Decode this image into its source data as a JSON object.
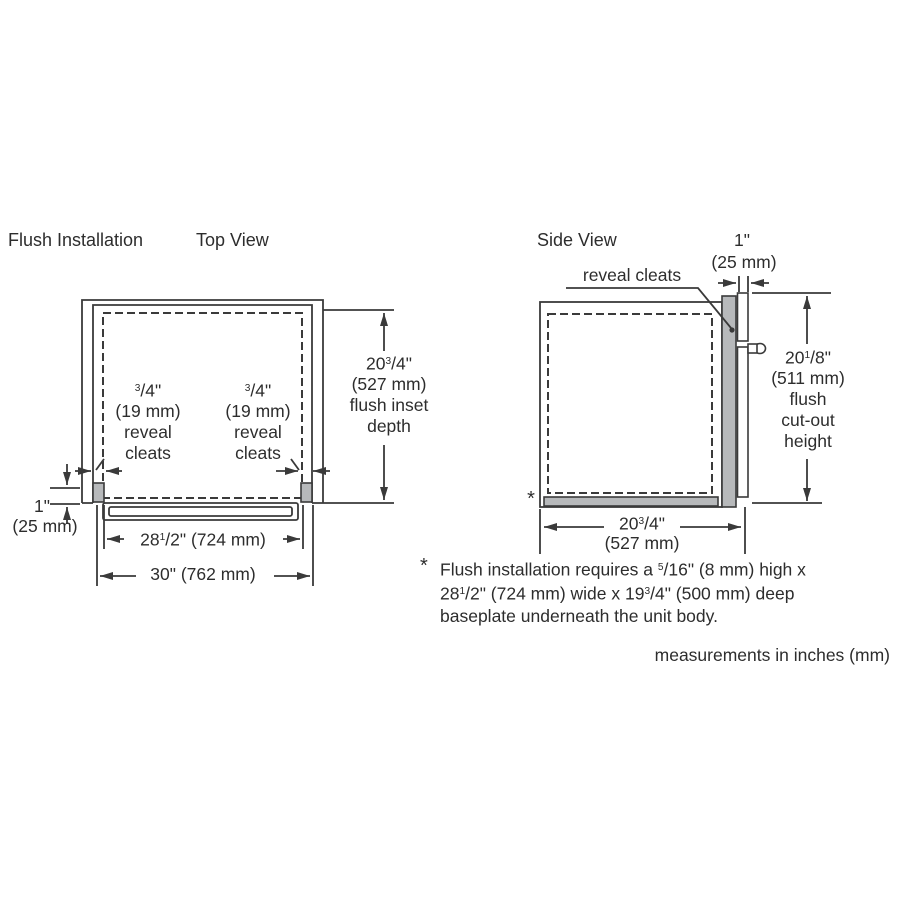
{
  "titles": {
    "flush_installation": "Flush Installation",
    "top_view": "Top View",
    "side_view": "Side View"
  },
  "top_view": {
    "inset_depth_dim": [
      {
        "t": "20"
      },
      {
        "s": "3"
      },
      {
        "t": "/4\""
      }
    ],
    "inset_depth_mm": "(527 mm)",
    "inset_depth_desc1": "flush inset",
    "inset_depth_desc2": "depth",
    "cleat_left_dim": [
      {
        "s": "3"
      },
      {
        "t": "/4\""
      }
    ],
    "cleat_left_mm": "(19 mm)",
    "cleat_left_line1": "reveal",
    "cleat_left_line2": "cleats",
    "cleat_right_dim": [
      {
        "s": "3"
      },
      {
        "t": "/4\""
      }
    ],
    "cleat_right_mm": "(19 mm)",
    "cleat_right_line1": "reveal",
    "cleat_right_line2": "cleats",
    "cleat_depth_dim": "1\"",
    "cleat_depth_mm": "(25 mm)",
    "inner_width": [
      {
        "t": "28"
      },
      {
        "s": "1"
      },
      {
        "t": "/2\" (724 mm)"
      }
    ],
    "outer_width": "30\" (762 mm)"
  },
  "side_view": {
    "reveal_cleats_label": "reveal cleats",
    "reveal_thickness_dim": "1\"",
    "reveal_thickness_mm": "(25 mm)",
    "cutout_height_dim": [
      {
        "t": "20"
      },
      {
        "s": "1"
      },
      {
        "t": "/8\""
      }
    ],
    "cutout_height_mm": "(511 mm)",
    "cutout_height_desc1": "flush",
    "cutout_height_desc2": "cut-out",
    "cutout_height_desc3": "height",
    "depth_dim": [
      {
        "t": "20"
      },
      {
        "s": "3"
      },
      {
        "t": "/4\""
      }
    ],
    "depth_mm": "(527 mm)",
    "baseplate_marker": "*"
  },
  "footnote": {
    "marker": "*",
    "line1": [
      {
        "t": "Flush installation requires a "
      },
      {
        "s": "5"
      },
      {
        "t": "/16\" (8 mm) high x"
      }
    ],
    "line2": [
      {
        "t": "28"
      },
      {
        "s": "1"
      },
      {
        "t": "/2\" (724 mm) wide x 19"
      },
      {
        "s": "3"
      },
      {
        "t": "/4\" (500 mm) deep"
      }
    ],
    "line3": "baseplate underneath the unit body."
  },
  "units_note": "measurements in inches (mm)",
  "colors": {
    "line": "#3a3a3a",
    "text": "#2d2d2d",
    "cleat_fill": "#b7b9bb"
  }
}
